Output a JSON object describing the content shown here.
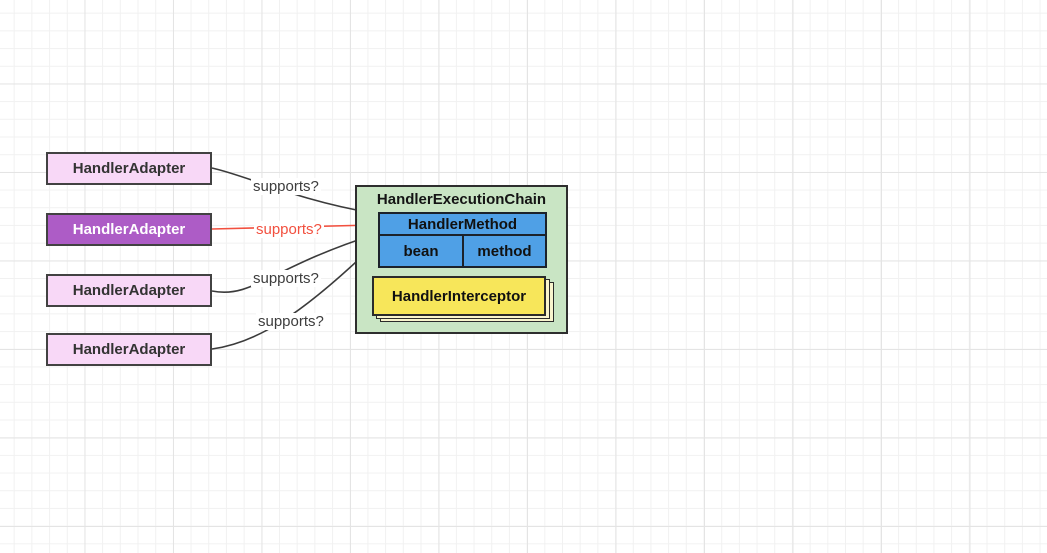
{
  "diagram": {
    "adapters": [
      {
        "label": "HandlerAdapter",
        "variant": "light"
      },
      {
        "label": "HandlerAdapter",
        "variant": "highlight"
      },
      {
        "label": "HandlerAdapter",
        "variant": "light"
      },
      {
        "label": "HandlerAdapter",
        "variant": "light"
      }
    ],
    "connections": [
      {
        "label": "supports?",
        "color": "#3b3b3b",
        "style": "curved"
      },
      {
        "label": "supports?",
        "color": "#f2503f",
        "style": "straight"
      },
      {
        "label": "supports?",
        "color": "#3b3b3b",
        "style": "curved"
      },
      {
        "label": "supports?",
        "color": "#3b3b3b",
        "style": "curved"
      }
    ],
    "execution_chain": {
      "title": "HandlerExecutionChain",
      "handler_method": {
        "title": "HandlerMethod",
        "bean_cell": "bean",
        "method_cell": "method"
      },
      "interceptor_label": "HandlerInterceptor"
    },
    "colors": {
      "adapter_fill": "#f8d8f7",
      "adapter_highlight_fill": "#ad5cc6",
      "adapter_highlight_text": "#ffffff",
      "chain_fill": "#c9e5c4",
      "method_fill": "#4fa0e6",
      "interceptor_fill": "#f7e65a",
      "interceptor_sheet_fill": "#f8f4cd",
      "arrow_black": "#3b3b3b",
      "arrow_red": "#f2503f"
    }
  }
}
